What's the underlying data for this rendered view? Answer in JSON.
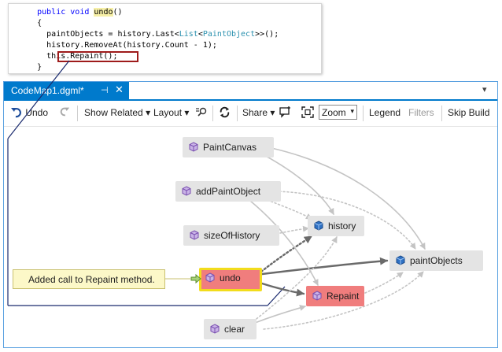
{
  "code": {
    "lines": [
      {
        "indent": "      ",
        "kw1": "public",
        "kw2": "void",
        "name": "undo",
        "rest": "()"
      },
      "      {",
      {
        "pre": "        paintObjects = history.Last<",
        "t1": "List",
        "mid": "<",
        "t2": "PaintObject",
        "post": ">>();"
      },
      "        history.RemoveAt(history.Count - 1);",
      "        this.Repaint();",
      "      }"
    ]
  },
  "window": {
    "tab_title": "CodeMap1.dgml*",
    "pin_glyph": "⊣",
    "close_glyph": "✕",
    "menu_glyph": "▾"
  },
  "toolbar": {
    "undo": "Undo",
    "show_related": "Show Related",
    "layout": "Layout",
    "share": "Share",
    "zoom": "Zoom",
    "legend": "Legend",
    "filters": "Filters",
    "skip_build": "Skip Build",
    "dropdown_glyph": "▾"
  },
  "graph": {
    "nodes": {
      "paint_canvas": "PaintCanvas",
      "add_paint_object": "addPaintObject",
      "size_of_history": "sizeOfHistory",
      "history": "history",
      "undo": "undo",
      "repaint": "Repaint",
      "paint_objects": "paintObjects",
      "clear": "clear"
    },
    "comment": "Added call to Repaint method."
  },
  "colors": {
    "accent": "#007acc",
    "node": "#e4e4e4",
    "changed_node": "#f07d7d",
    "selection": "#f2dc1c",
    "comment_fill": "#fcf8c8",
    "callout_line": "#1a2a6e"
  }
}
